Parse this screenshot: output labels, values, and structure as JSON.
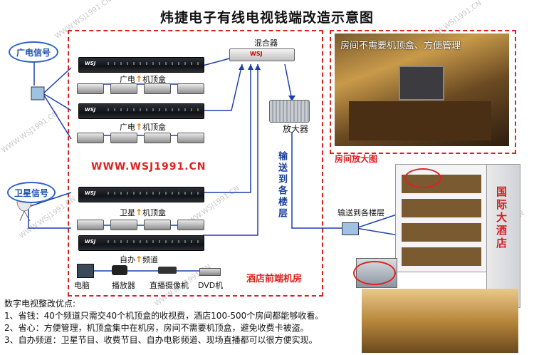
{
  "title": "炜捷电子有线电视钱端改造示意图",
  "sources": {
    "cable": "广电信号",
    "satellite": "卫星信号"
  },
  "devices": {
    "mixer": "混合器",
    "amplifier": "放大器",
    "rack_brand": "WSJ",
    "mixer_brand": "WSJ"
  },
  "groups": {
    "cable_stb_1": "广电",
    "cable_stb_1b": "机顶盒",
    "cable_stb_2": "广电",
    "cable_stb_2b": "机顶盒",
    "sat_stb": "卫星",
    "sat_stb_b": "机顶盒",
    "self_channel": "自办",
    "self_channel_b": "频道"
  },
  "sources_av": [
    "电脑",
    "播放器",
    "直播摄像机",
    "DVD机"
  ],
  "website": "WWW.WSJ1991.CN",
  "transport_vertical": "输送到各楼层",
  "transport_label": "输送到各楼层",
  "room_caption": "房间不需要机顶盒、方便管理",
  "room_zoom_label": "房间放大图",
  "hotel_sign": "国际大酒店",
  "headend_label": "酒店前端机房",
  "notes": {
    "heading": "数字电视整改优点:",
    "line1": "1、省钱：40个频道只需交40个机顶盒的收视费，酒店100-500个房间都能够收看。",
    "line2": "2、省心：方便管理，机顶盒集中在机房，房间不需要机顶盒，避免收费卡被盗。",
    "line3": "3、自办频道：卫星节目、收费节目、自办电影频道、现场直播都可以很方便实现。"
  },
  "watermark": "WWW.WSJ1991.CN",
  "colors": {
    "accent_red": "#e02020",
    "line_blue": "#1d3fb0",
    "ellipse_blue": "#2a63c8",
    "arrow_orange": "#e07a00"
  }
}
